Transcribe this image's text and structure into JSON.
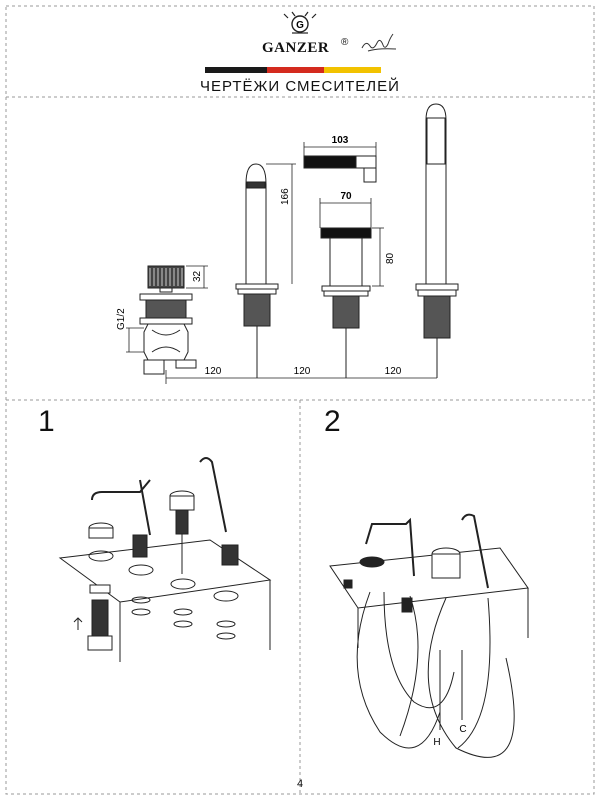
{
  "brand": {
    "name": "GANZER",
    "registered": "®",
    "signature": "Ganzer"
  },
  "flag_colors": [
    "#1a1a1a",
    "#d42a1e",
    "#f2c200"
  ],
  "title": "ЧЕРТЁЖИ СМЕСИТЕЛЕЙ",
  "dimensions": {
    "spout_width": "103",
    "spout_height": "166",
    "handle_width": "70",
    "handle_height": "80",
    "valve_height": "32",
    "thread": "G1/2",
    "spacing_1": "120",
    "spacing_2": "120",
    "spacing_3": "120"
  },
  "steps": {
    "step1": "1",
    "step2": "2"
  },
  "hose_labels": {
    "hot": "H",
    "cold": "C"
  },
  "page_number": "4"
}
